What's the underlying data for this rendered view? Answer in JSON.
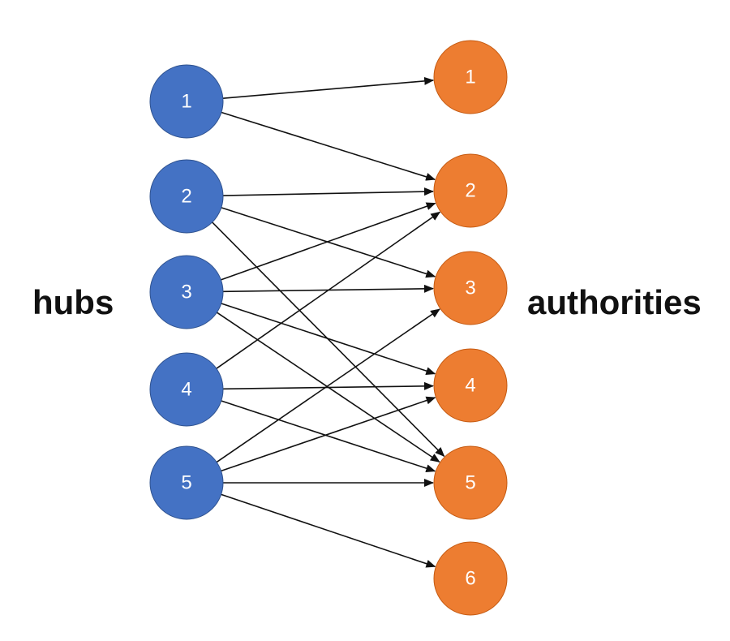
{
  "labels": {
    "hubs": "hubs",
    "authorities": "authorities"
  },
  "colors": {
    "hub": "#4472c4",
    "hub_stroke": "#2f528f",
    "authority": "#ed7d31",
    "authority_stroke": "#c55a11",
    "edge": "#111111"
  },
  "hubs": [
    {
      "id": "h1",
      "label": "1"
    },
    {
      "id": "h2",
      "label": "2"
    },
    {
      "id": "h3",
      "label": "3"
    },
    {
      "id": "h4",
      "label": "4"
    },
    {
      "id": "h5",
      "label": "5"
    }
  ],
  "authorities": [
    {
      "id": "a1",
      "label": "1"
    },
    {
      "id": "a2",
      "label": "2"
    },
    {
      "id": "a3",
      "label": "3"
    },
    {
      "id": "a4",
      "label": "4"
    },
    {
      "id": "a5",
      "label": "5"
    },
    {
      "id": "a6",
      "label": "6"
    }
  ],
  "edges": [
    {
      "from": "h1",
      "to": "a1"
    },
    {
      "from": "h1",
      "to": "a2"
    },
    {
      "from": "h2",
      "to": "a2"
    },
    {
      "from": "h2",
      "to": "a3"
    },
    {
      "from": "h2",
      "to": "a5"
    },
    {
      "from": "h3",
      "to": "a2"
    },
    {
      "from": "h3",
      "to": "a3"
    },
    {
      "from": "h3",
      "to": "a4"
    },
    {
      "from": "h3",
      "to": "a5"
    },
    {
      "from": "h4",
      "to": "a2"
    },
    {
      "from": "h4",
      "to": "a4"
    },
    {
      "from": "h4",
      "to": "a5"
    },
    {
      "from": "h5",
      "to": "a3"
    },
    {
      "from": "h5",
      "to": "a4"
    },
    {
      "from": "h5",
      "to": "a5"
    },
    {
      "from": "h5",
      "to": "a6"
    }
  ]
}
